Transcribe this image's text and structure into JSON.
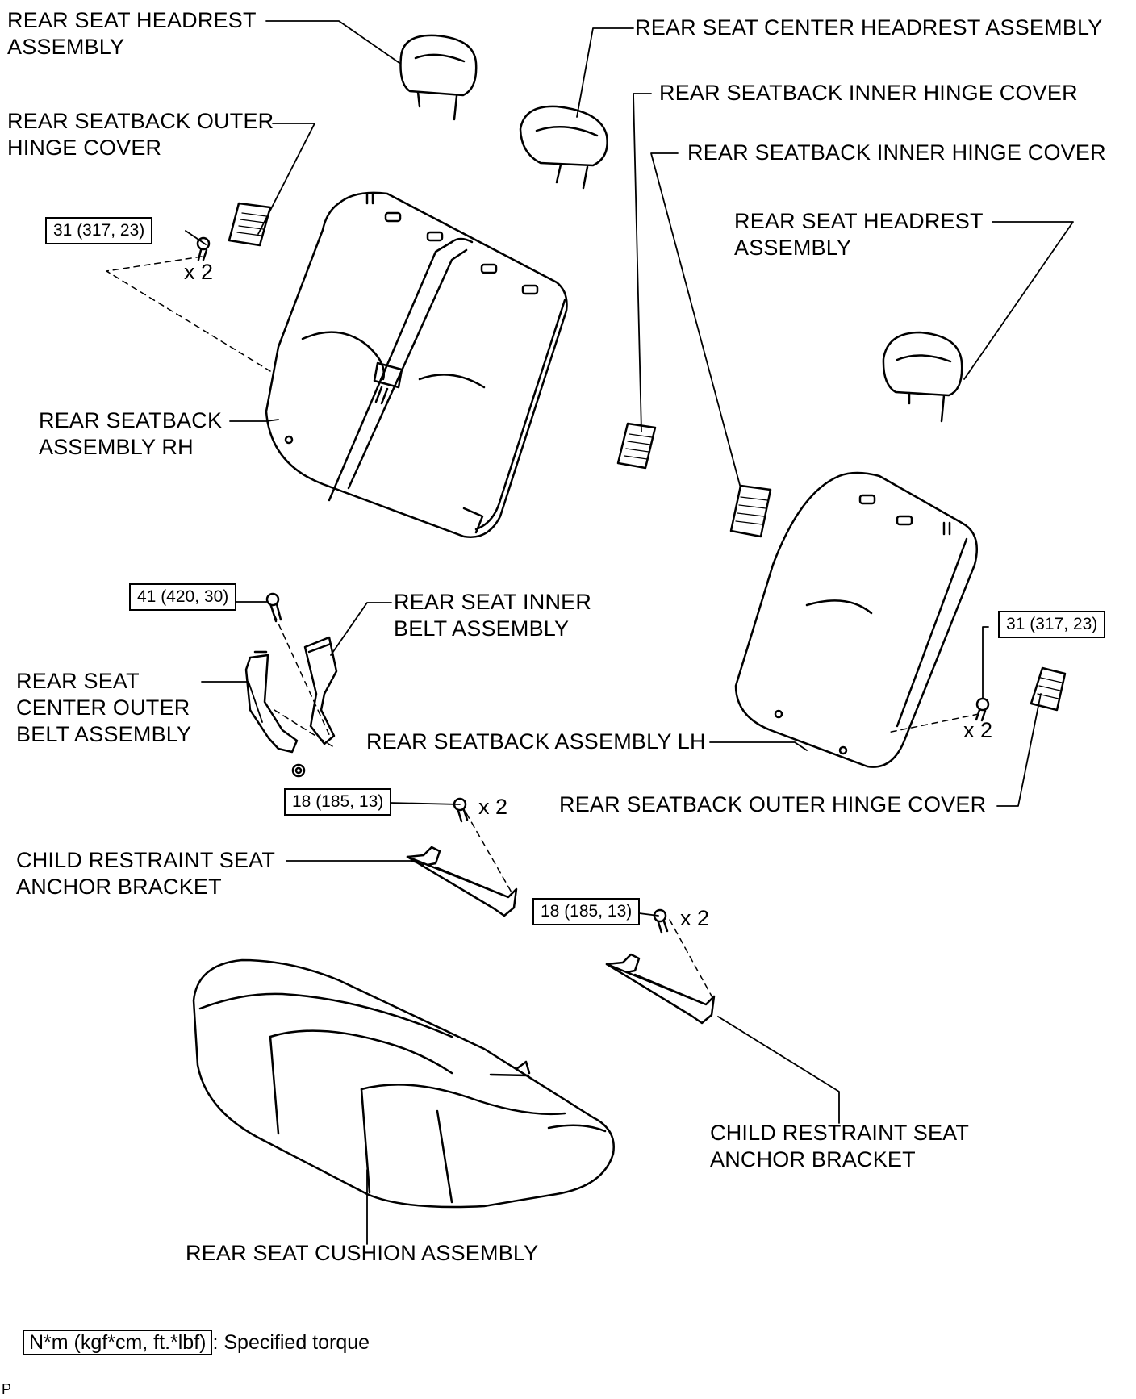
{
  "labels": {
    "rh_headrest": "REAR SEAT HEADREST\nASSEMBLY",
    "center_headrest": "REAR SEAT CENTER HEADREST ASSEMBLY",
    "inner_hinge_cover_1": "REAR SEATBACK INNER HINGE COVER",
    "inner_hinge_cover_2": "REAR SEATBACK INNER HINGE COVER",
    "rh_outer_hinge_cover": "REAR SEATBACK OUTER\nHINGE COVER",
    "lh_headrest": "REAR SEAT HEADREST\nASSEMBLY",
    "seatback_rh": "REAR SEATBACK\nASSEMBLY RH",
    "inner_belt": "REAR SEAT INNER\nBELT ASSEMBLY",
    "center_outer_belt": "REAR SEAT\nCENTER OUTER\nBELT ASSEMBLY",
    "seatback_lh": "REAR SEATBACK ASSEMBLY LH",
    "lh_outer_hinge_cover": "REAR SEATBACK OUTER HINGE COVER",
    "anchor_bracket_1": "CHILD RESTRAINT SEAT\nANCHOR BRACKET",
    "anchor_bracket_2": "CHILD RESTRAINT SEAT\nANCHOR BRACKET",
    "cushion": "REAR SEAT CUSHION ASSEMBLY"
  },
  "torques": {
    "seatback_rh_bolt": "31 (317, 23)",
    "belt_bolt": "41 (420, 30)",
    "seatback_lh_bolt": "31 (317, 23)",
    "bracket_1_bolt": "18 (185, 13)",
    "bracket_2_bolt": "18 (185, 13)"
  },
  "quantities": {
    "seatback_rh_bolt": "x 2",
    "seatback_lh_bolt": "x 2",
    "bracket_1_bolt": "x 2",
    "bracket_2_bolt": "x 2"
  },
  "legend": {
    "unit_box": "N*m (kgf*cm, ft.*lbf)",
    "description": ": Specified torque"
  },
  "reference_code": "P"
}
